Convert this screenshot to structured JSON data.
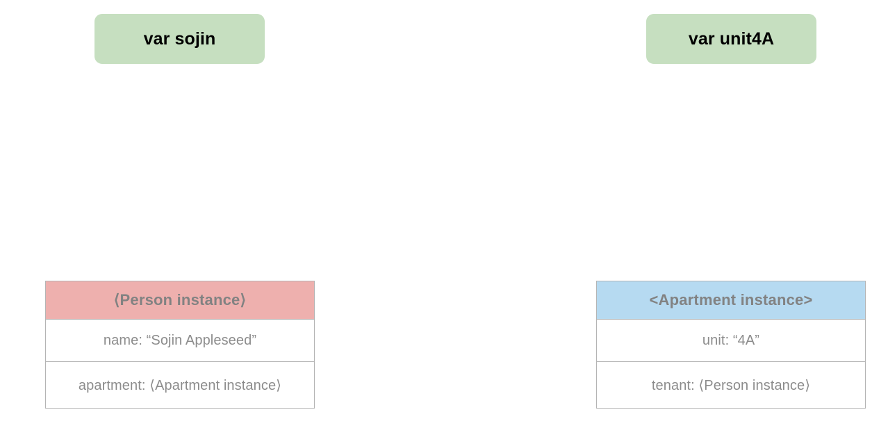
{
  "variables": [
    {
      "id": "sojin",
      "label": "var sojin",
      "color": "#c6dfc0"
    },
    {
      "id": "unit4A",
      "label": "var unit4A",
      "color": "#c6dfc0"
    }
  ],
  "instances": [
    {
      "id": "person",
      "header": "⟨Person instance⟩",
      "header_color": "#eeb0ae",
      "rows": [
        {
          "text": "name: “Sojin Appleseed”"
        },
        {
          "text": "apartment: ⟨Apartment instance⟩"
        }
      ]
    },
    {
      "id": "apartment",
      "header": "<Apartment instance>",
      "header_color": "#b6daf1",
      "rows": [
        {
          "text": "unit: “4A”"
        },
        {
          "text": "tenant: ⟨Person instance⟩"
        }
      ]
    }
  ],
  "colors": {
    "variable_pill": "#c6dfc0",
    "person_header": "#eeb0ae",
    "apartment_header": "#b6daf1",
    "border": "#b4b4b4",
    "body_text": "#8c8c8c",
    "header_text": "#828282",
    "pill_text": "#000000",
    "background": "#ffffff"
  }
}
